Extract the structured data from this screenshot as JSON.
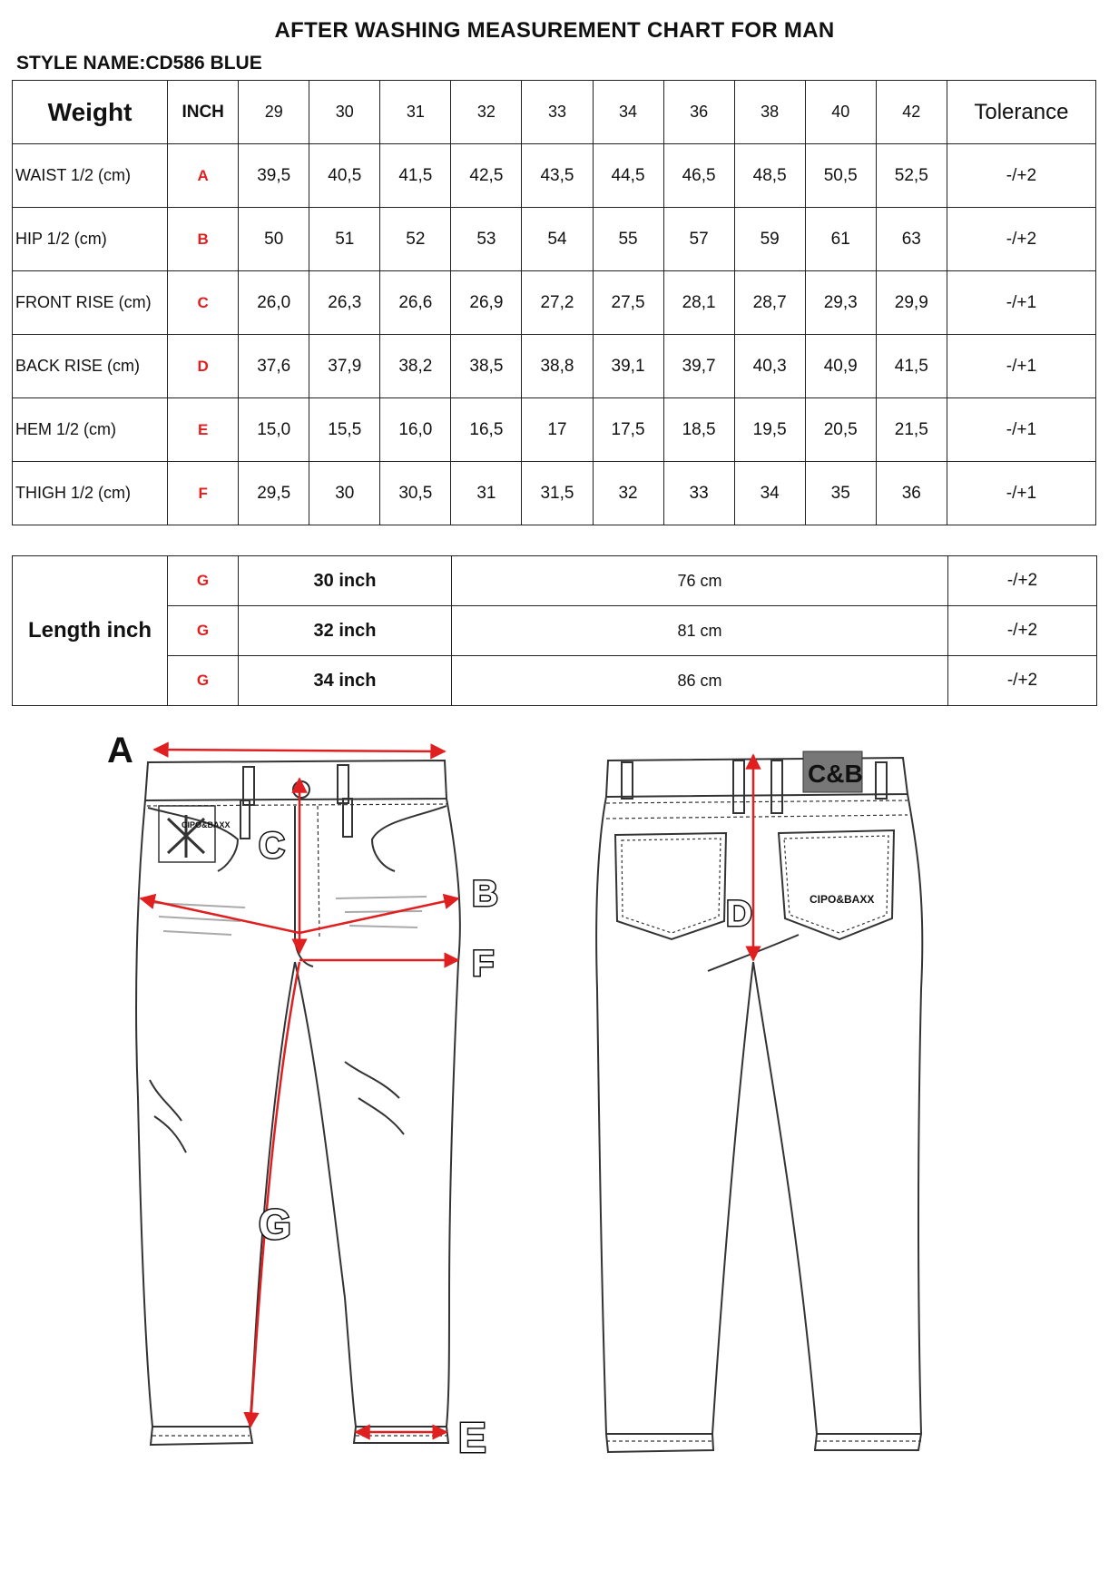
{
  "title": "AFTER WASHING MEASUREMENT CHART FOR MAN",
  "style_name": "STYLE NAME:CD586 BLUE",
  "size_table": {
    "header": {
      "weight": "Weight",
      "inch": "INCH",
      "sizes": [
        "29",
        "30",
        "31",
        "32",
        "33",
        "34",
        "36",
        "38",
        "40",
        "42"
      ],
      "tolerance": "Tolerance"
    },
    "rows": [
      {
        "label": "WAIST 1/2 (cm)",
        "code": "A",
        "values": [
          "39,5",
          "40,5",
          "41,5",
          "42,5",
          "43,5",
          "44,5",
          "46,5",
          "48,5",
          "50,5",
          "52,5"
        ],
        "tolerance": "-/+2"
      },
      {
        "label": "HIP 1/2 (cm)",
        "code": "B",
        "values": [
          "50",
          "51",
          "52",
          "53",
          "54",
          "55",
          "57",
          "59",
          "61",
          "63"
        ],
        "tolerance": "-/+2"
      },
      {
        "label": "FRONT RISE (cm)",
        "code": "C",
        "values": [
          "26,0",
          "26,3",
          "26,6",
          "26,9",
          "27,2",
          "27,5",
          "28,1",
          "28,7",
          "29,3",
          "29,9"
        ],
        "tolerance": "-/+1"
      },
      {
        "label": "BACK RISE (cm)",
        "code": "D",
        "values": [
          "37,6",
          "37,9",
          "38,2",
          "38,5",
          "38,8",
          "39,1",
          "39,7",
          "40,3",
          "40,9",
          "41,5"
        ],
        "tolerance": "-/+1"
      },
      {
        "label": "HEM 1/2  (cm)",
        "code": "E",
        "values": [
          "15,0",
          "15,5",
          "16,0",
          "16,5",
          "17",
          "17,5",
          "18,5",
          "19,5",
          "20,5",
          "21,5"
        ],
        "tolerance": "-/+1"
      },
      {
        "label": "THIGH 1/2 (cm)",
        "code": "F",
        "values": [
          "29,5",
          "30",
          "30,5",
          "31",
          "31,5",
          "32",
          "33",
          "34",
          "35",
          "36"
        ],
        "tolerance": "-/+1"
      }
    ]
  },
  "length_table": {
    "title": "Length inch",
    "rows": [
      {
        "code": "G",
        "inch": "30 inch",
        "cm": "76 cm",
        "tolerance": "-/+2"
      },
      {
        "code": "G",
        "inch": "32 inch",
        "cm": "81 cm",
        "tolerance": "-/+2"
      },
      {
        "code": "G",
        "inch": "34 inch",
        "cm": "86 cm",
        "tolerance": "-/+2"
      }
    ]
  },
  "diagram": {
    "markers": {
      "a": "A",
      "b": "B",
      "c": "C",
      "d": "D",
      "e": "E",
      "f": "F",
      "g": "G"
    },
    "front_label": "CIPO&BAXX",
    "back_patch": "C&B",
    "back_pocket_label": "CIPO&BAXX",
    "colors": {
      "measure": "#e02020",
      "outline": "#333333"
    }
  }
}
